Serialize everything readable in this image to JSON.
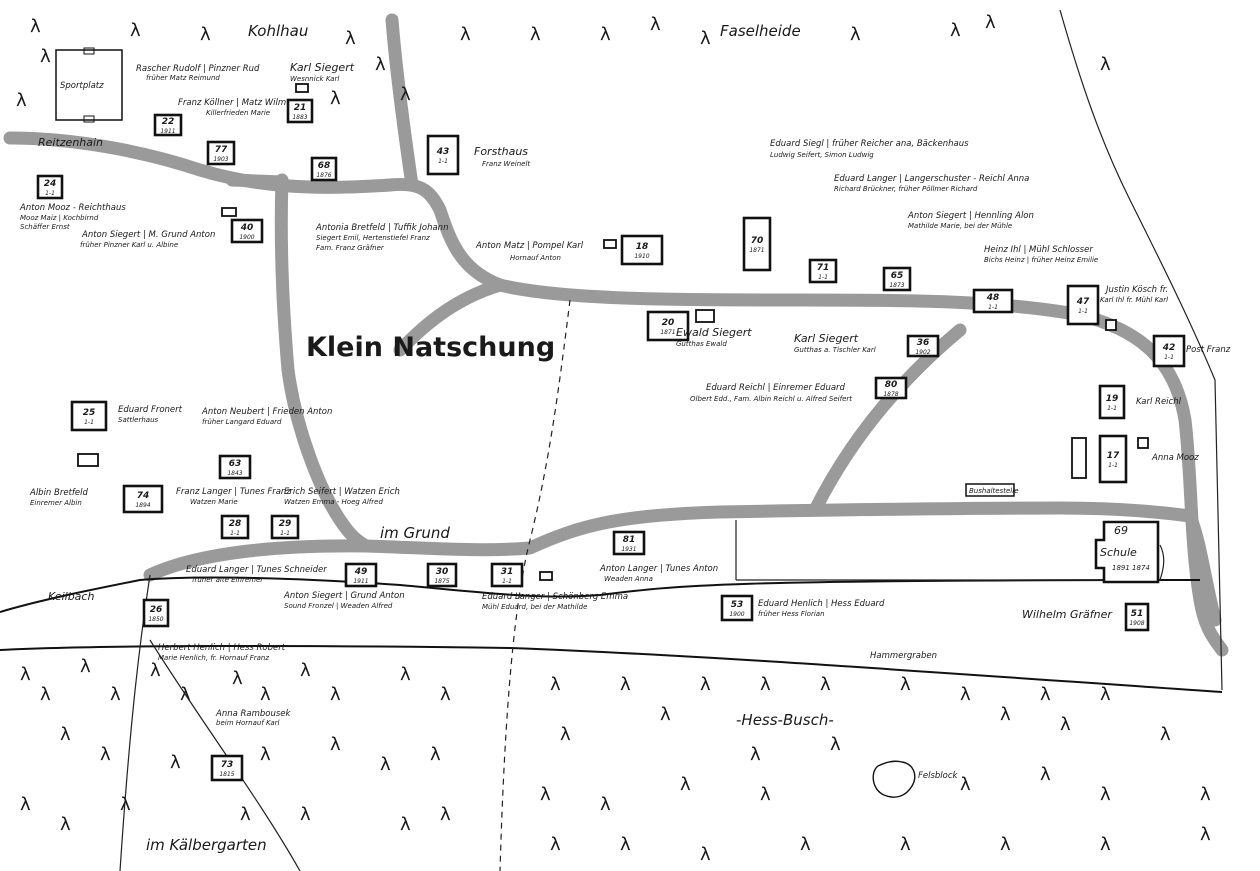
{
  "map": {
    "title": "Klein Natschung",
    "areas": {
      "kohlhau": "Kohlhau",
      "faselheide": "Faselheide",
      "reitzenhain": "Reitzenhain",
      "im_grund": "im Grund",
      "keilbach": "Keilbach",
      "hammergraben": "Hammergraben",
      "hess_busch": "-Hess-Busch-",
      "im_kaelbergarten": "im Kälbergarten",
      "sportplatz": "Sportplatz",
      "felsblock": "Felsblock",
      "bushaltestelle": "Bushaltestelle"
    },
    "houses": [
      {
        "num": "22",
        "year": "1911"
      },
      {
        "num": "77",
        "year": "1903"
      },
      {
        "num": "21",
        "year": "1883"
      },
      {
        "num": "68",
        "year": "1876"
      },
      {
        "num": "43",
        "year": "1-1"
      },
      {
        "num": "24",
        "year": "1-1"
      },
      {
        "num": "40",
        "year": "1900"
      },
      {
        "num": "18",
        "year": "1910"
      },
      {
        "num": "20",
        "year": "1871"
      },
      {
        "num": "70",
        "year": "1871"
      },
      {
        "num": "71",
        "year": "1-1"
      },
      {
        "num": "65",
        "year": "1873"
      },
      {
        "num": "48",
        "year": "1-1"
      },
      {
        "num": "47",
        "year": "1-1"
      },
      {
        "num": "42",
        "year": "1-1"
      },
      {
        "num": "36",
        "year": "1902"
      },
      {
        "num": "80",
        "year": "1878"
      },
      {
        "num": "19",
        "year": "1-1"
      },
      {
        "num": "17",
        "year": "1-1"
      },
      {
        "num": "25",
        "year": "1-1"
      },
      {
        "num": "63",
        "year": "1843"
      },
      {
        "num": "74",
        "year": "1894"
      },
      {
        "num": "28",
        "year": "1-1"
      },
      {
        "num": "29",
        "year": "1-1"
      },
      {
        "num": "49",
        "year": "1911"
      },
      {
        "num": "30",
        "year": "1875"
      },
      {
        "num": "31",
        "year": "1-1"
      },
      {
        "num": "81",
        "year": "1931"
      },
      {
        "num": "53",
        "year": "1900"
      },
      {
        "num": "69",
        "year": "1891"
      },
      {
        "num": "51",
        "year": "1908"
      },
      {
        "num": "26",
        "year": "1850"
      },
      {
        "num": "73",
        "year": "1815"
      }
    ],
    "school": {
      "name": "Schule",
      "num": "69",
      "years": "1891 1874"
    },
    "owners": {
      "rascher": "Rascher Rudolf | Pinzner Rud",
      "rascher_sub": "früher Matz Reimund",
      "kollner": "Franz Köllner | Matz Wilm",
      "kollner_sub": "Killerfrieden Marie",
      "siegert_karl": "Karl Siegert",
      "siegert_karl_sub": "Wesnnick Karl",
      "forsthaus": "Forsthaus",
      "forsthaus_sub": "Franz Weinelt",
      "anton_mooz": "Anton Mooz - Reichthaus",
      "anton_mooz_sub1": "Mooz Maiz | Kochbirnd",
      "anton_mooz_sub2": "Schäffer Ernst",
      "anton_siegert": "Anton Siegert | M. Grund Anton",
      "anton_siegert_sub": "früher Pinzner Karl u. Albine",
      "antonia": "Antonia Bretfeld | Tuffik Johann",
      "antonia_sub1": "Siegert Emil, Hertenstiefel Franz",
      "antonia_sub2": "Fam. Franz Gräfner",
      "anton_matz": "Anton Matz | Pompel Karl",
      "anton_matz_sub": "Hornauf Anton",
      "siegl": "Eduard Siegl | früher Reicher ana, Bäckenhaus",
      "siegl_sub": "Ludwig Seifert, Simon Ludwig",
      "langer_ed": "Eduard Langer | Langerschuster - Reichl Anna",
      "langer_ed_sub": "Richard Brückner, früher Pöllmer Richard",
      "anton_siegert2": "Anton Siegert | Hennling Alon",
      "anton_siegert2_sub": "Mathilde Marie, bei der Mühle",
      "heinz": "Heinz Ihl | Mühl Schlosser",
      "heinz_sub": "Bichs Heinz | früher Heinz Emilie",
      "justin": "Justin Kösch fr.",
      "justin_sub": "Karl Ihl fr. Mühl Karl",
      "post_franz": "Post Franz",
      "ewald": "Ewald Siegert",
      "ewald_sub": "Gutthas Ewald",
      "karl_siegert2": "Karl Siegert",
      "karl_siegert2_sub": "Gutthas a. Tischler Karl",
      "reichl_ed": "Eduard Reichl | Einremer Eduard",
      "reichl_ed_sub": "Olbert Edd., Fam. Albin Reichl u. Alfred Seifert",
      "karl_reichl": "Karl Reichl",
      "anna_mooz": "Anna Mooz",
      "fronert": "Eduard Fronert",
      "fronert_sub": "Sattlerhaus",
      "neubert": "Anton Neubert | Frieden Anton",
      "neubert_sub": "früher Langard Eduard",
      "albin": "Albin Bretfeld",
      "albin_sub": "Einremer Albin",
      "franz_langer": "Franz Langer | Tunes Franz",
      "franz_langer_sub": "Watzen Marie",
      "erich": "Erich Seifert | Watzen Erich",
      "erich_sub": "Watzen Emma - Hoeg Alfred",
      "langer_tunes": "Eduard Langer | Tunes Schneider",
      "langer_tunes_sub": "früher alte Einremer",
      "anton_siegert3": "Anton Siegert | Grund Anton",
      "anton_siegert3_sub": "Sound Fronzel | Weaden Alfred",
      "langer_schonberg": "Eduard Langer | Schönberg Emma",
      "langer_schonberg_sub": "Mühl Eduard, bei der Mathilde",
      "anton_langer": "Anton Langer | Tunes Anton",
      "anton_langer_sub": "Weaden Anna",
      "henlich_ed": "Eduard Henlich | Hess Eduard",
      "henlich_ed_sub": "früher Hess Florian",
      "wilhelm": "Wilhelm Gräfner",
      "herbert": "Herbert Henlich | Hess Robert",
      "herbert_sub": "Marie Henlich, fr. Hornauf Franz",
      "anna_r": "Anna Rambousek",
      "anna_r_sub": "beim Hornauf Karl"
    }
  }
}
